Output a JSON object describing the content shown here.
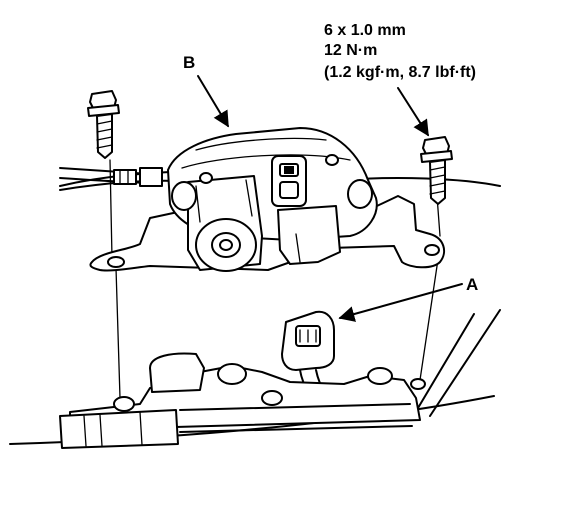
{
  "fastener_spec": {
    "size": "6 x 1.0 mm",
    "torque_nm": "12 N·m",
    "torque_alt": "(1.2 kgf·m, 8.7 lbf·ft)"
  },
  "callouts": {
    "a": "A",
    "b": "B"
  }
}
